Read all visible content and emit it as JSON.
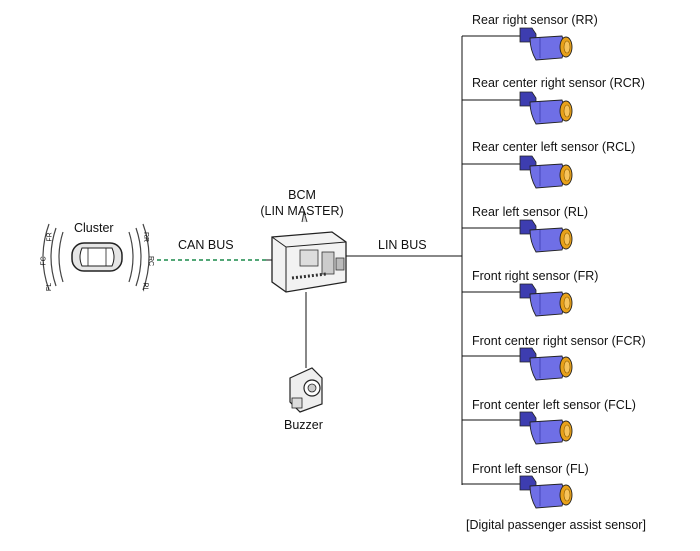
{
  "cluster": {
    "label": "Cluster",
    "left_labels": [
      "FR",
      "FC",
      "FL"
    ],
    "right_labels": [
      "RR",
      "RC",
      "RL"
    ]
  },
  "bcm": {
    "label_line1": "BCM",
    "label_line2": "(LIN MASTER)"
  },
  "buses": {
    "can": "CAN BUS",
    "lin": "LIN BUS"
  },
  "buzzer": {
    "label": "Buzzer"
  },
  "sensors": [
    "Rear right sensor (RR)",
    "Rear center right sensor (RCR)",
    "Rear center left sensor (RCL)",
    "Rear left sensor (RL)",
    "Front right sensor (FR)",
    "Front center right sensor (FCR)",
    "Front center left sensor (FCL)",
    "Front left sensor (FL)"
  ],
  "caption": "[Digital passenger assist sensor]",
  "colors": {
    "sensor_body": "#6f6fe6",
    "sensor_dark": "#3d3db0",
    "sensor_face": "#e8a11a",
    "can_line": "#1a8a4a",
    "wire": "#111111"
  }
}
